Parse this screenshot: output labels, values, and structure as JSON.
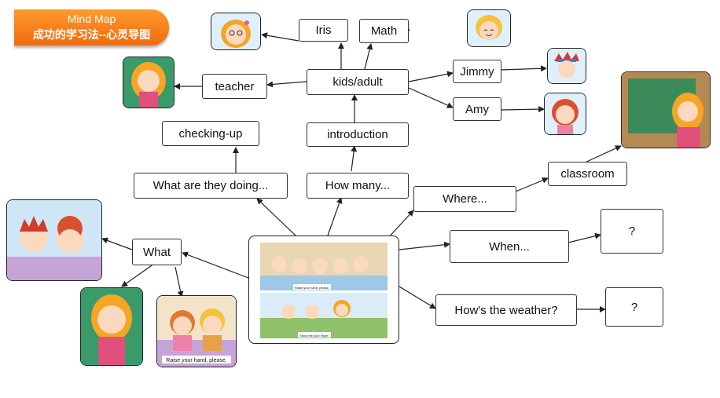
{
  "header": {
    "title_en": "Mind Map",
    "title_cn": "成功的学习法--心灵导图"
  },
  "nodes": {
    "iris": "Iris",
    "math": "Math",
    "kids_adult": "kids/adult",
    "jimmy": "Jimmy",
    "amy": "Amy",
    "teacher": "teacher",
    "checking_up": "checking-up",
    "introduction": "introduction",
    "what_doing": "What are they doing...",
    "how_many": "How many...",
    "where": "Where...",
    "classroom": "classroom",
    "when": "When...",
    "when_answer": "?",
    "weather": "How's the weather?",
    "weather_answer": "?",
    "what": "What"
  },
  "captions": {
    "center_top": "Raise your hand, please.",
    "center_bottom": "Show me your finger.",
    "raise_hand": "Raise your hand, please."
  },
  "colors": {
    "banner": "#f57d1a",
    "line": "#222222"
  }
}
